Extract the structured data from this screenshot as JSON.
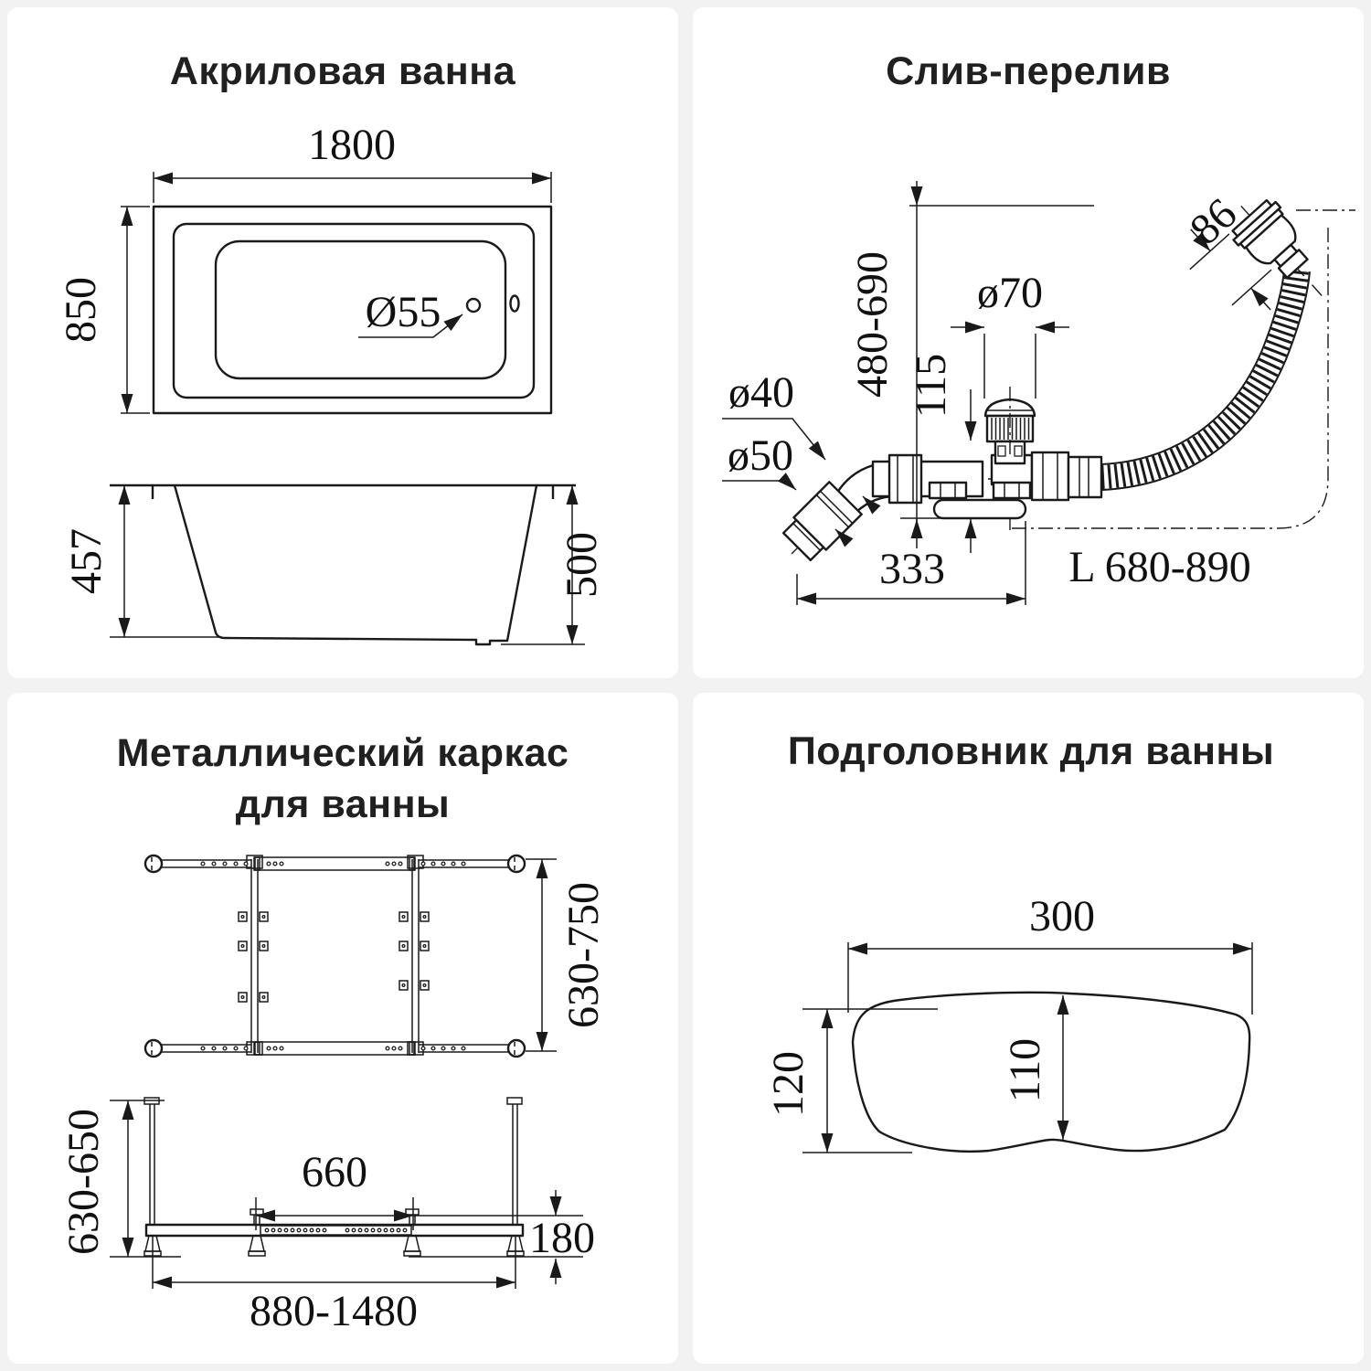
{
  "panels": {
    "bath": {
      "title": "Акриловая ванна",
      "dim_length": "1800",
      "dim_width": "850",
      "dim_drain": "Ø55",
      "dim_depth": "457",
      "dim_height": "500"
    },
    "drain": {
      "title": "Слив-перелив",
      "dim_cap": "86",
      "dim_height_range": "480-690",
      "dim_neck": "ø70",
      "dim_under": "115",
      "dim_pipe40": "ø40",
      "dim_pipe50": "ø50",
      "dim_offset": "333",
      "dim_hose": "L 680-890"
    },
    "frame": {
      "title_line1": "Металлический каркас",
      "title_line2": "для ванны",
      "dim_width_range": "630-750",
      "dim_height_range": "630-650",
      "dim_span": "660",
      "dim_profile": "180",
      "dim_length_range": "880-1480"
    },
    "headrest": {
      "title": "Подголовник для ванны",
      "dim_width": "300",
      "dim_height": "120",
      "dim_inner_height": "110"
    }
  }
}
